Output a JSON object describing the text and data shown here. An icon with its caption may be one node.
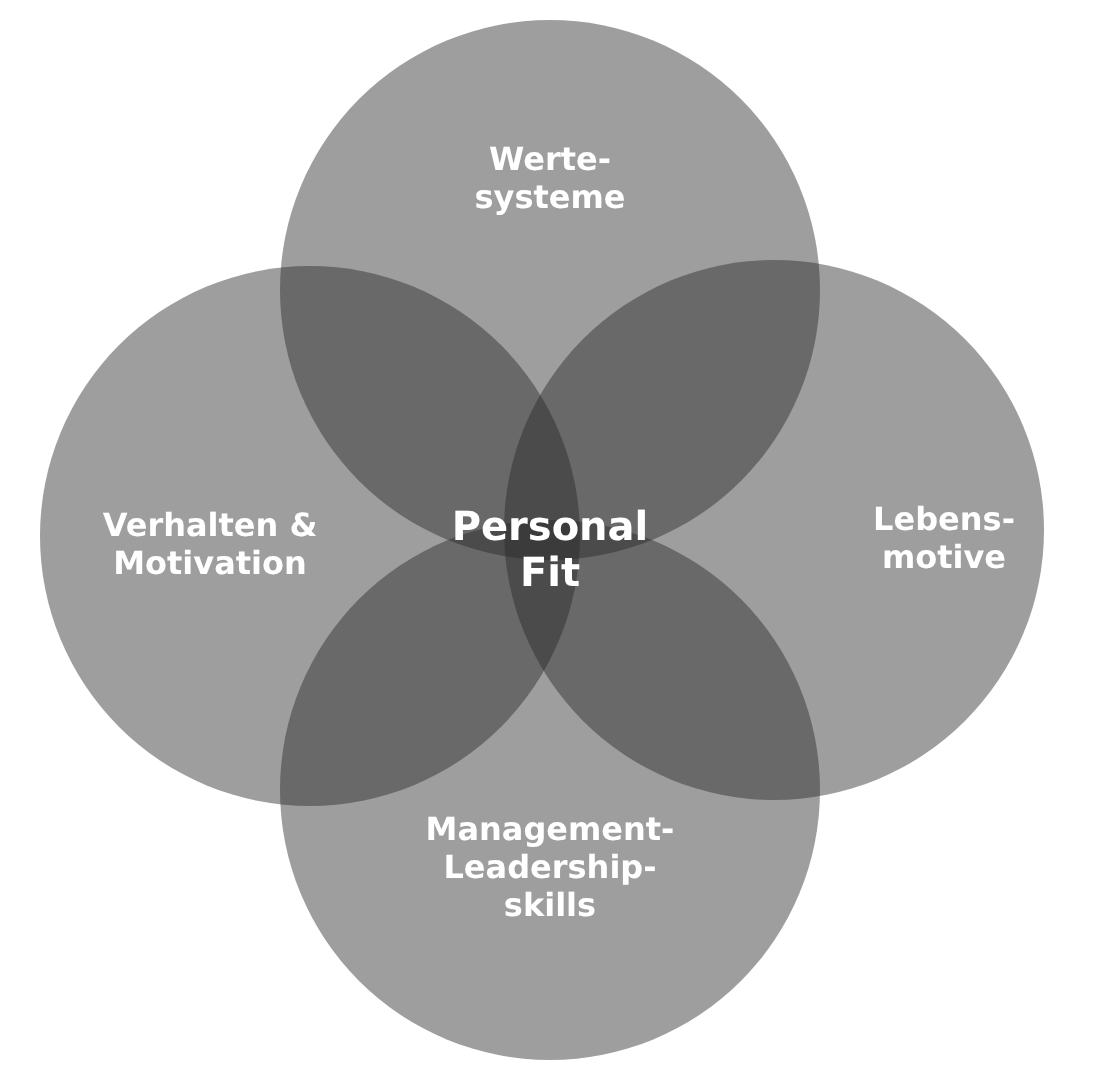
{
  "diagram": {
    "nodes": [
      {
        "text": [
          "Werte- systeme"
        ]
      },
      {
        "text": [
          "Verhalten & Motivation"
        ]
      },
      {
        "text": [
          "Lebens- motive"
        ]
      },
      {
        "text": [
          "Management- Leadership- skills"
        ]
      }
    ],
    "labels": [
      "Personal Fit"
    ]
  }
}
